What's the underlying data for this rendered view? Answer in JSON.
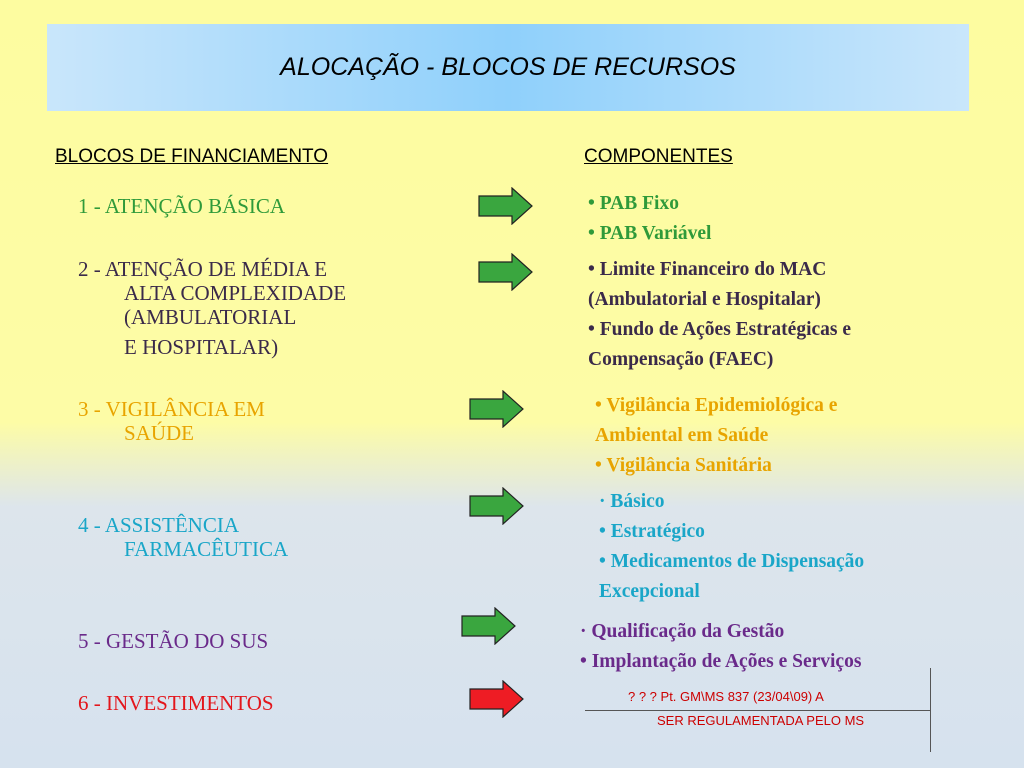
{
  "title": "ALOCAÇÃO - BLOCOS DE RECURSOS",
  "headings": {
    "left": "BLOCOS DE FINANCIAMENTO",
    "right": "COMPONENTES"
  },
  "blocks": {
    "b1": {
      "line1": "1 - ATENÇÃO BÁSICA"
    },
    "b2": {
      "line1": "2 - ATENÇÃO DE MÉDIA E",
      "line2": "ALTA COMPLEXIDADE",
      "line3": "(AMBULATORIAL",
      "line4": "E HOSPITALAR)"
    },
    "b3": {
      "line1": "3 - VIGILÂNCIA EM",
      "line2": "SAÚDE"
    },
    "b4": {
      "line1": "4 - ASSISTÊNCIA",
      "line2": "FARMACÊUTICA"
    },
    "b5": {
      "line1": "5 - GESTÃO DO SUS"
    },
    "b6": {
      "line1": "6 - INVESTIMENTOS"
    }
  },
  "components": {
    "c1": [
      "• PAB Fixo",
      "• PAB Variável"
    ],
    "c2": [
      "• Limite Financeiro do MAC",
      "(Ambulatorial e Hospitalar)",
      "• Fundo de Ações Estratégicas e",
      "Compensação (FAEC)"
    ],
    "c3": [
      "• Vigilância Epidemiológica e",
      "Ambiental em Saúde",
      "• Vigilância Sanitária"
    ],
    "c4": [
      "· Básico",
      "• Estratégico",
      "• Medicamentos de Dispensação",
      "Excepcional"
    ],
    "c5": [
      "· Qualificação da Gestão",
      "• Implantação de Ações e Serviços"
    ]
  },
  "note": {
    "line1": "? ? ? Pt. GM\\MS 837 (23/04\\09) A",
    "line2": "SER REGULAMENTADA PELO MS"
  },
  "colors": {
    "arrow_green": "#3aa63f",
    "arrow_red": "#ee1c24"
  }
}
